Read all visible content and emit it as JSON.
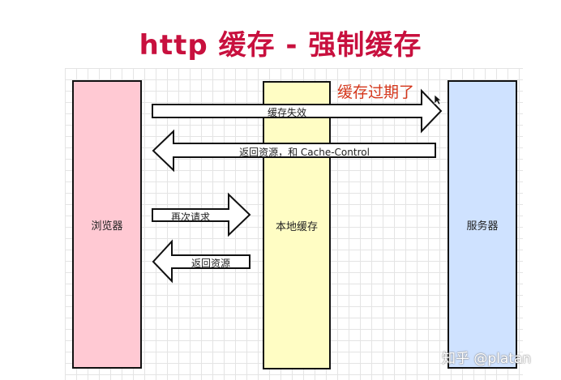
{
  "title": "http 缓存 - 强制缓存",
  "lanes": {
    "browser": "浏览器",
    "cache": "本地缓存",
    "server": "服务器"
  },
  "note": "缓存过期了",
  "arrows": {
    "invalid": "缓存失效",
    "return_cache_control": "返回资源，和 Cache-Control",
    "request_again": "再次请求",
    "return_resource": "返回资源"
  },
  "watermark": "知乎 @platan",
  "icons": [
    "cursor-icon"
  ]
}
